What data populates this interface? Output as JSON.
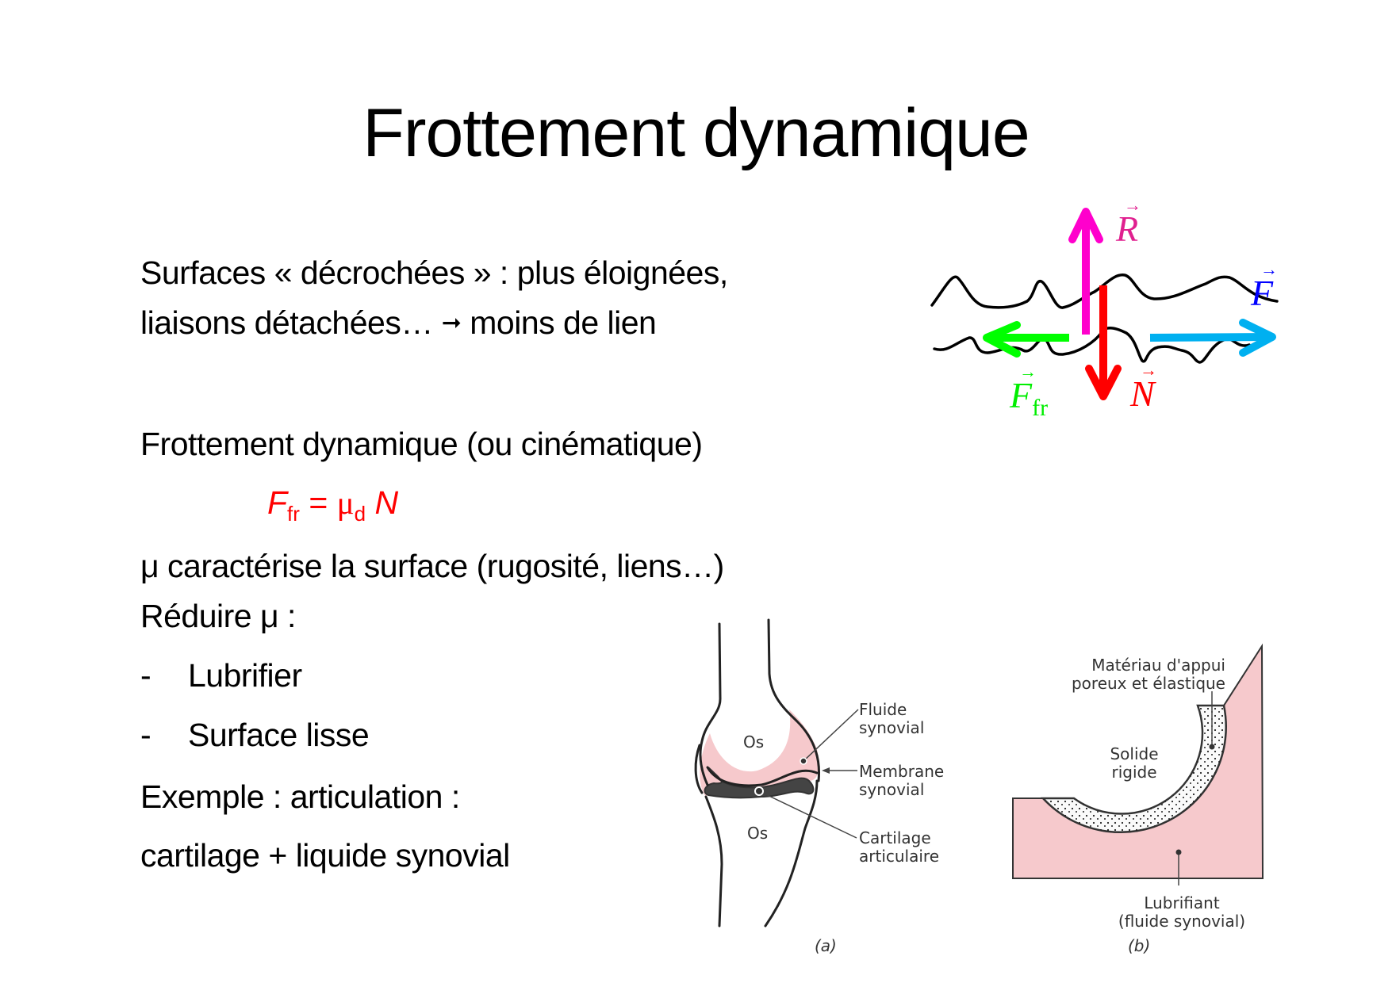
{
  "slide": {
    "title": "Frottement dynamique",
    "paragraph1": {
      "line1": "Surfaces « décrochées » : plus éloignées,",
      "line2_prefix": "liaisons détachées… ",
      "line2_arrow": "➞",
      "line2_suffix": " moins de lien"
    },
    "heading2": "Frottement dynamique (ou cinématique)",
    "formula": {
      "lhs": "F",
      "lhs_sub": "fr",
      "equals": " = ",
      "mu": "μ",
      "mu_sub": "d",
      "rhs": "N",
      "color": "#ff0000"
    },
    "mu_line": "μ caractérise la surface (rugosité, liens…)",
    "reduce_line": "Réduire μ :",
    "list": [
      {
        "bullet": "-",
        "text": "Lubrifier"
      },
      {
        "bullet": "-",
        "text": "Surface lisse"
      }
    ],
    "example_line1": "Exemple : articulation :",
    "example_line2": "cartilage + liquide synovial"
  },
  "force_diagram": {
    "vectors": [
      {
        "name": "R",
        "label": "R",
        "color": "#ff00cc",
        "label_color": "#e0208f",
        "direction": "up"
      },
      {
        "name": "N",
        "label": "N",
        "color": "#ff0000",
        "label_color": "#ff0000",
        "direction": "down"
      },
      {
        "name": "F",
        "label": "F",
        "color": "#00b0f0",
        "label_color": "#0000ff",
        "direction": "right"
      },
      {
        "name": "Ffr",
        "label": "F",
        "label_sub": "fr",
        "color": "#00ff00",
        "label_color": "#00ee00",
        "direction": "left"
      }
    ]
  },
  "figure_a": {
    "caption": "(a)",
    "bone_upper": "Os",
    "bone_lower": "Os",
    "labels": [
      {
        "line1": "Fluide",
        "line2": "synovial"
      },
      {
        "line1": "Membrane",
        "line2": "synovial"
      },
      {
        "line1": "Cartilage",
        "line2": "articulaire"
      }
    ],
    "fluid_color": "#f6c9cc"
  },
  "figure_b": {
    "caption": "(b)",
    "label_material_line1": "Matériau d'appui",
    "label_material_line2": "poreux et élastique",
    "label_solid_line1": "Solide",
    "label_solid_line2": "rigide",
    "label_lubricant_line1": "Lubrifiant",
    "label_lubricant_line2": "(fluide synovial)",
    "fluid_color": "#f6c9cc"
  }
}
